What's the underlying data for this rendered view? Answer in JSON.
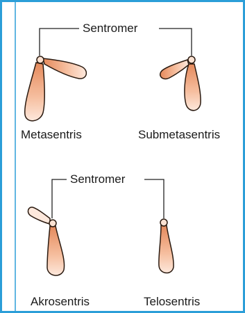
{
  "top_group": {
    "pointer_label": "Sentromer",
    "left_caption": "Metasentris",
    "right_caption": "Submetasentris"
  },
  "bottom_group": {
    "pointer_label": "Sentromer",
    "left_caption": "Akrosentris",
    "right_caption": "Telosentris"
  },
  "colors": {
    "frame": "#2b9ed8",
    "arm_fill_dark": "#e8946a",
    "arm_fill_light": "#fde8dc",
    "outline": "#2a1a10",
    "pointer_line": "#222222"
  }
}
